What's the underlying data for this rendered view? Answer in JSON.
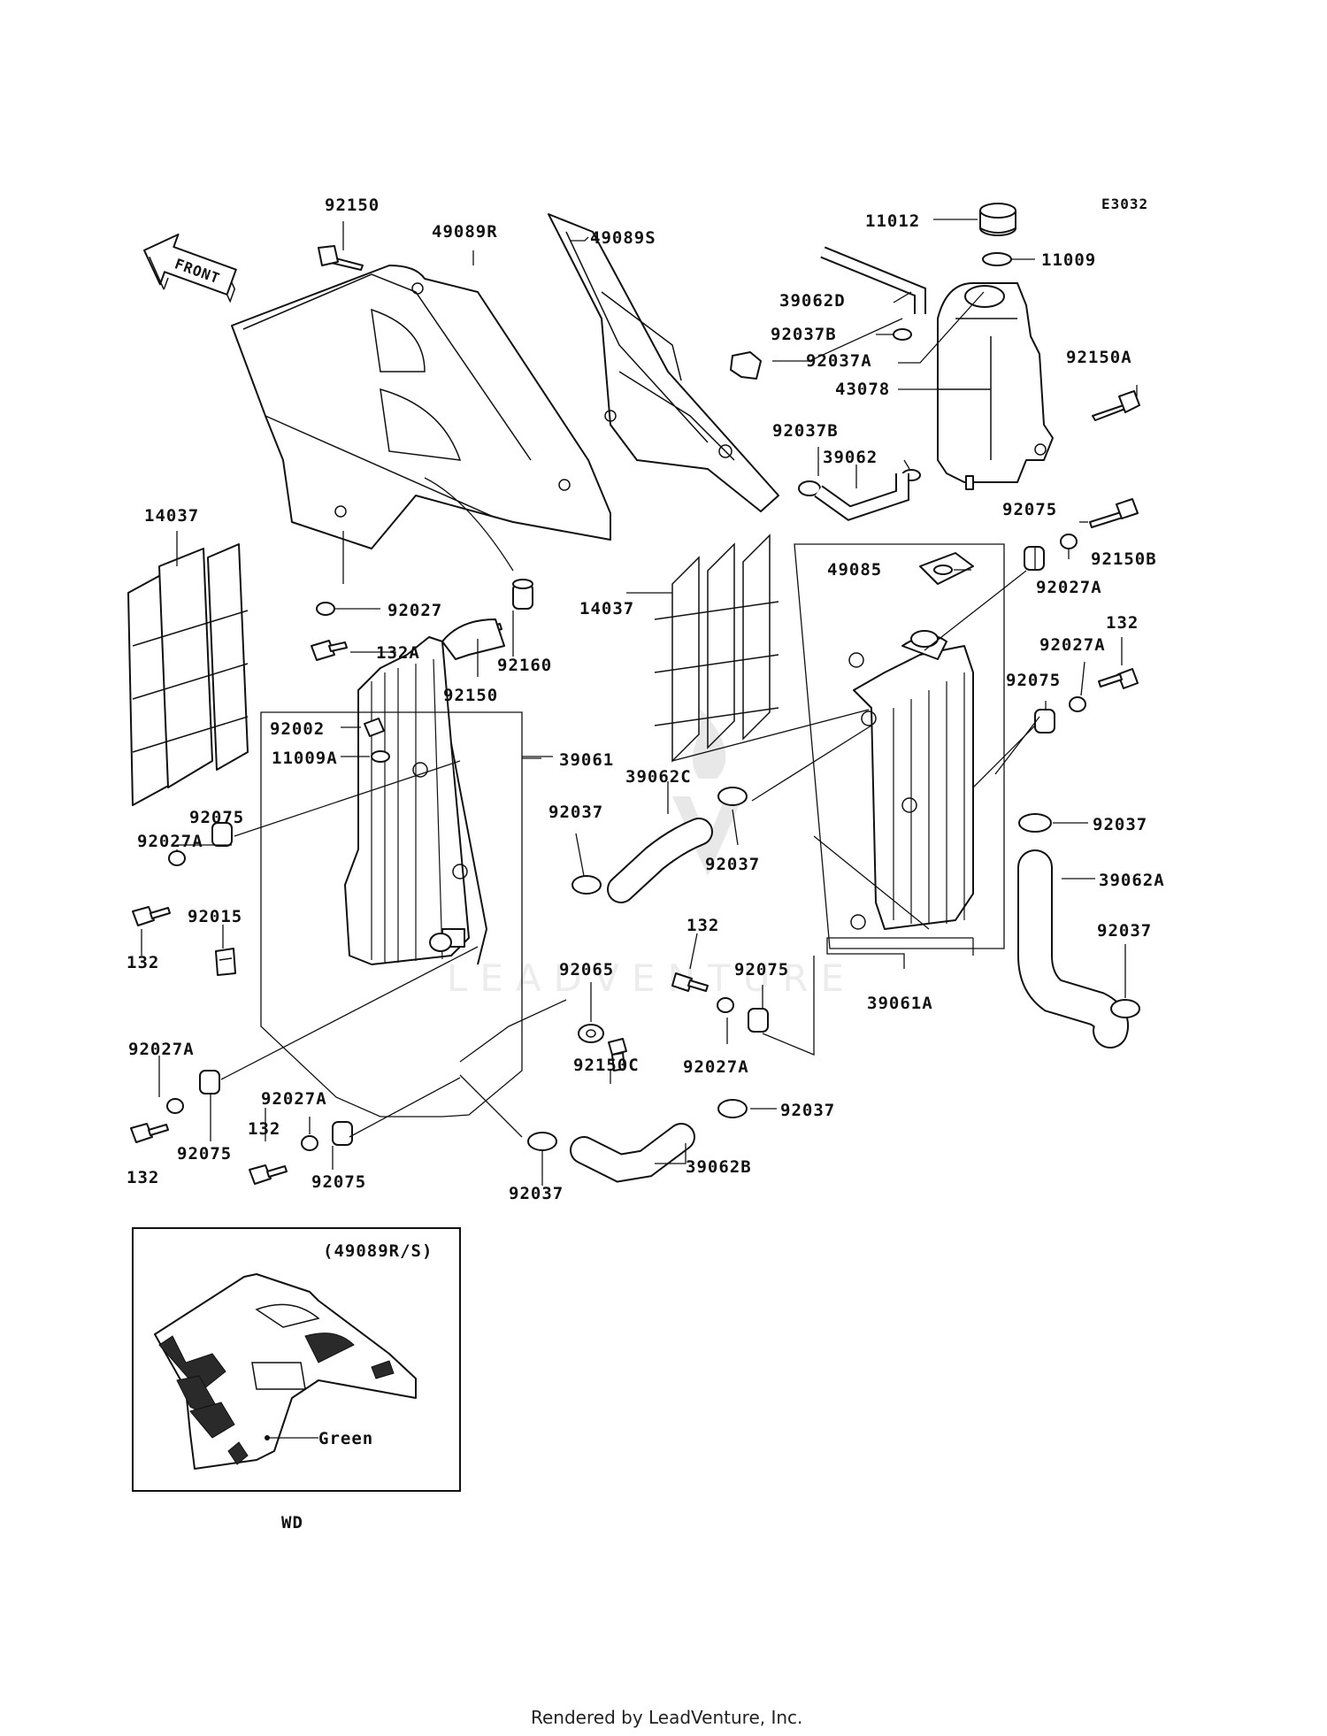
{
  "diagram": {
    "code": "E3032",
    "front_label": "FRONT",
    "inset_label": "(49089R/S)",
    "inset_color_label": "Green",
    "variant_label": "WD",
    "watermark": "LEADVENTURE",
    "footer": "Rendered by LeadVenture, Inc.",
    "parts": {
      "p92150_top": "92150",
      "p49089R": "49089R",
      "p49089S": "49089S",
      "p11012": "11012",
      "p11009": "11009",
      "p39062D": "39062D",
      "p92037B_a": "92037B",
      "p92037A": "92037A",
      "p43078": "43078",
      "p92150A": "92150A",
      "p92037B_b": "92037B",
      "p39062": "39062",
      "p14037_left": "14037",
      "p92027_mid": "92027",
      "p132A": "132A",
      "p92160": "92160",
      "p92150_mid": "92150",
      "p14037_mid": "14037",
      "p49085": "49085",
      "p92075_tr": "92075",
      "p92150B": "92150B",
      "p92027A_tr": "92027A",
      "p132_tr": "132",
      "p92027A_r2": "92027A",
      "p92075_r2": "92075",
      "p92002": "92002",
      "p11009A": "11009A",
      "p39061": "39061",
      "p39062C": "39062C",
      "p92037_l1": "92037",
      "p92037_c1": "92037",
      "p92037_r1": "92037",
      "p39062A": "39062A",
      "p92075_l": "92075",
      "p92027A_l": "92027A",
      "p132_l": "132",
      "p92015": "92015",
      "p132_c": "132",
      "p92065": "92065",
      "p92075_c": "92075",
      "p39061A": "39061A",
      "p92037_r2": "92037",
      "p92027A_bl": "92027A",
      "p92075_bl": "92075",
      "p132_bl": "132",
      "p92027A_b2": "92027A",
      "p132_b2": "132",
      "p92075_b2": "92075",
      "p92150C": "92150C",
      "p92027A_c": "92027A",
      "p92037_c2": "92037",
      "p39062B": "39062B",
      "p92037_b": "92037"
    }
  }
}
